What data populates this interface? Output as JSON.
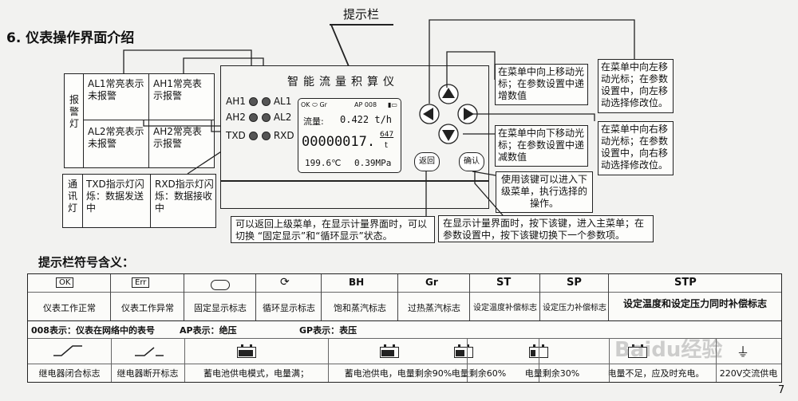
{
  "section_title": "6. 仪表操作界面介绍",
  "prompt_label": "提示栏",
  "alarm": {
    "side_label": "报警灯",
    "al1_desc": "AL1常亮表示未报警",
    "ah1_desc": "AH1常亮表示报警",
    "al2_desc": "AL2常亮表示未报警",
    "ah2_desc": "AH2常亮表示报警"
  },
  "comm": {
    "side_label": "通讯灯",
    "txd_desc": "TXD指示灯闪烁：数据发送中",
    "rxd_desc": "RXD指示灯闪烁：数据接收中"
  },
  "device": {
    "title": "智能流量积算仪",
    "leds": [
      "AH1",
      "AL1",
      "AH2",
      "AL2",
      "TXD",
      "RXD"
    ],
    "status_left": "OK ⬭ Gr",
    "status_mid": "AP 008",
    "flow_label": "流量:",
    "flow_value": "0.422 t/h",
    "total_value": "00000017.",
    "total_frac": "647",
    "total_unit": "t",
    "temp": "199.6℃",
    "pressure": "0.39MPa",
    "back_btn": "返回",
    "confirm_btn": "确认"
  },
  "notes": {
    "up": "在菜单中向上移动光标；在参数设置中递增数值",
    "down": "在菜单中向下移动光标；在参数设置中递减数值",
    "left": "在菜单中向左移动光标；在参数设置中，向左移动选择修改位。",
    "right": "在菜单中向右移动光标；在参数设置中，向右移动选择修改位。",
    "confirm": "使用该键可以进入下级菜单，执行选择的操作。",
    "back": "可以返回上级菜单，在显示计量界面时，可以切换 “固定显示”和“循环显示”状态。",
    "menu": "在显示计量界面时，按下该键，进入主菜单；在参数设置中，按下该键切换下一个参数项。"
  },
  "legend_title": "提示栏符号含义：",
  "table": {
    "row1_symbols": [
      "OK",
      "Err",
      "",
      "",
      "BH",
      "Gr",
      "ST",
      "SP",
      "STP"
    ],
    "row1_labels": [
      "仪表工作正常",
      "仪表工作异常",
      "固定显示标志",
      "循环显示标志",
      "饱和蒸汽标志",
      "过热蒸汽标志",
      "设定温度补偿标志",
      "设定压力补偿标志",
      "设定温度和设定压力同时补偿标志"
    ],
    "row2": [
      "008表示：仪表在网络中的表号",
      "AP表示：绝压",
      "GP表示：表压"
    ],
    "row3_labels": [
      "继电器闭合标志",
      "继电器断开标志",
      "蓄电池供电模式，电量满；",
      "蓄电池供电，电量剩余90%",
      "电量剩余60%",
      "电量剩余30%",
      "电量不足，应及时充电。",
      "220V交流供电"
    ]
  },
  "watermark": "Baidu经验",
  "page_number": "7"
}
